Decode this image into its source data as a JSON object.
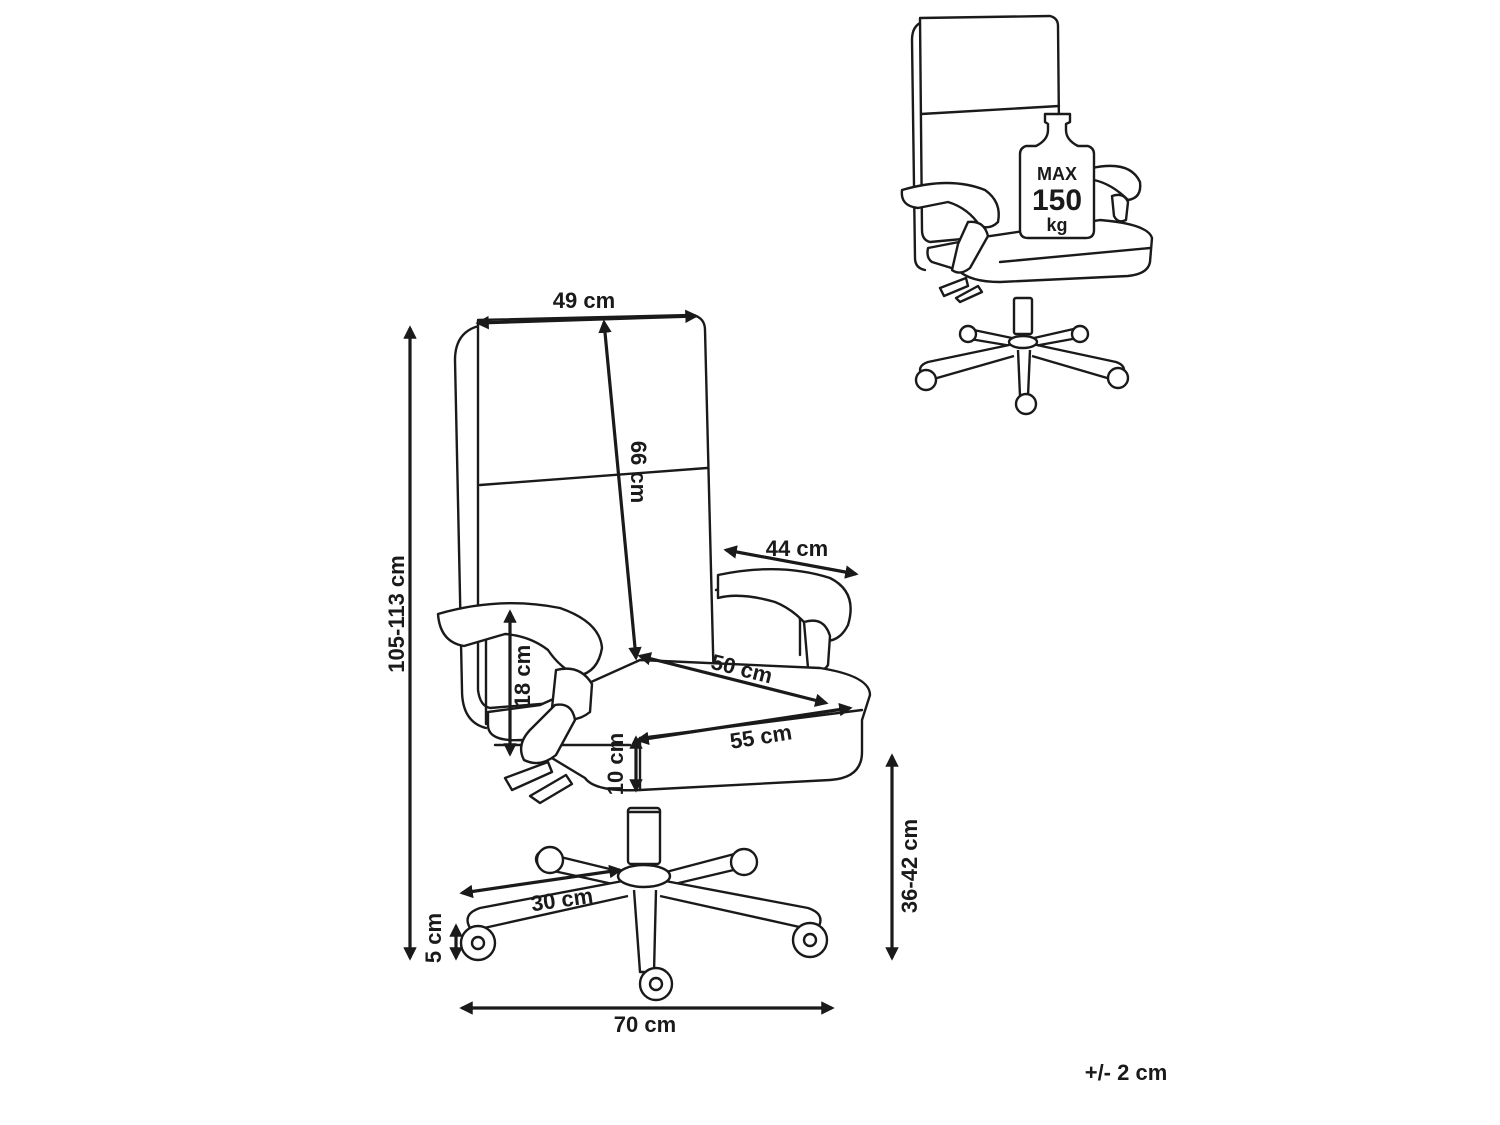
{
  "dimensions": {
    "backrest_width": "49 cm",
    "backrest_height": "66 cm",
    "armrest_length": "44 cm",
    "armrest_height": "18 cm",
    "seat_depth": "50 cm",
    "seat_width": "55 cm",
    "seat_thickness": "10 cm",
    "total_height": "105-113 cm",
    "seat_height": "36-42 cm",
    "leg_length": "30 cm",
    "caster_height": "5 cm",
    "base_width": "70 cm"
  },
  "weight_badge": {
    "max": "MAX",
    "value": "150",
    "unit": "kg"
  },
  "tolerance": "+/- 2 cm"
}
